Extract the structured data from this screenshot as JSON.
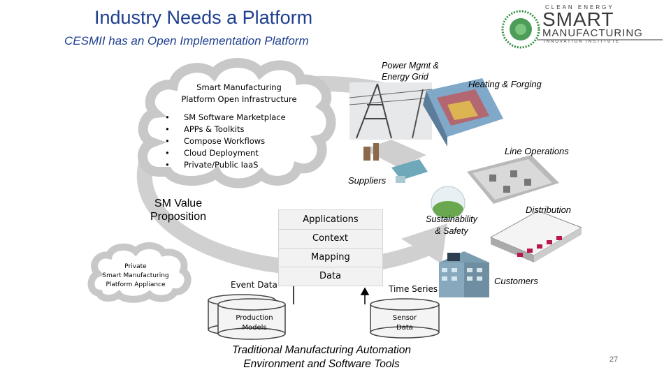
{
  "slide": {
    "title": "Industry Needs a Platform",
    "subtitle": "CESMII has an Open Implementation Platform",
    "page_number": "27"
  },
  "logo": {
    "line1": "CLEAN ENERGY",
    "line2": "SMART",
    "line3": "MANUFACTURING",
    "line4": "INNOVATION INSTITUTE"
  },
  "cloud": {
    "title_line1": "Smart Manufacturing",
    "title_line2": "Platform Open Infrastructure",
    "bullets": [
      "SM Software Marketplace",
      "APPs & Toolkits",
      "Compose Workflows",
      "Cloud Deployment",
      "Private/Public IaaS"
    ]
  },
  "small_cloud": {
    "line1": "Private",
    "line2": "Smart Manufacturing",
    "line3": "Platform Appliance"
  },
  "value": {
    "line1": "SM Value",
    "line2": "Proposition"
  },
  "stack": {
    "applications": "Applications",
    "context": "Context",
    "mapping": "Mapping",
    "data": "Data"
  },
  "labels": {
    "power_line1": "Power Mgmt &",
    "power_line2": "Energy Grid",
    "heating": "Heating & Forging",
    "line_ops": "Line Operations",
    "suppliers": "Suppliers",
    "distribution": "Distribution",
    "sustain_line1": "Sustainability",
    "sustain_line2": "& Safety",
    "customers": "Customers",
    "event_data": "Event Data",
    "time_series": "Time Series"
  },
  "cylinders": {
    "production_line1": "Production",
    "production_line2": "Models",
    "sensor_line1": "Sensor",
    "sensor_line2": "Data"
  },
  "footer": {
    "line1": "Traditional Manufacturing Automation",
    "line2": "Environment and Software Tools"
  },
  "colors": {
    "title": "#1f3f8f",
    "circle_arrow": "#d0d0d0",
    "logo_green": "#2e8b3d",
    "logo_dark": "#3a3a3a"
  }
}
